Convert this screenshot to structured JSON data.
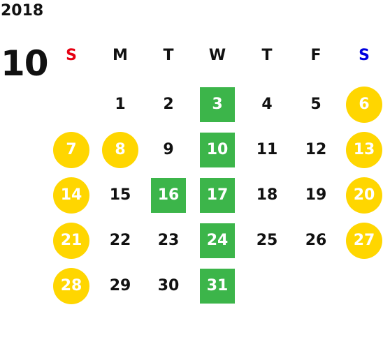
{
  "calendar": {
    "year": "2018",
    "month": "10",
    "weekdays": [
      {
        "label": "S",
        "color": "#e60012"
      },
      {
        "label": "M",
        "color": "#111111"
      },
      {
        "label": "T",
        "color": "#111111"
      },
      {
        "label": "W",
        "color": "#111111"
      },
      {
        "label": "T",
        "color": "#111111"
      },
      {
        "label": "F",
        "color": "#111111"
      },
      {
        "label": "S",
        "color": "#0000e0"
      }
    ],
    "colors": {
      "holiday_circle": "#ffd600",
      "highlight_square": "#3cb54a"
    },
    "first_weekday_index": 1,
    "days": [
      {
        "label": "1",
        "style": "plain"
      },
      {
        "label": "2",
        "style": "plain"
      },
      {
        "label": "3",
        "style": "square"
      },
      {
        "label": "4",
        "style": "plain"
      },
      {
        "label": "5",
        "style": "plain"
      },
      {
        "label": "6",
        "style": "circle"
      },
      {
        "label": "7",
        "style": "circle"
      },
      {
        "label": "8",
        "style": "circle"
      },
      {
        "label": "9",
        "style": "plain"
      },
      {
        "label": "10",
        "style": "square"
      },
      {
        "label": "11",
        "style": "plain"
      },
      {
        "label": "12",
        "style": "plain"
      },
      {
        "label": "13",
        "style": "circle"
      },
      {
        "label": "14",
        "style": "circle"
      },
      {
        "label": "15",
        "style": "plain"
      },
      {
        "label": "16",
        "style": "square"
      },
      {
        "label": "17",
        "style": "square"
      },
      {
        "label": "18",
        "style": "plain"
      },
      {
        "label": "19",
        "style": "plain"
      },
      {
        "label": "20",
        "style": "circle"
      },
      {
        "label": "21",
        "style": "circle"
      },
      {
        "label": "22",
        "style": "plain"
      },
      {
        "label": "23",
        "style": "plain"
      },
      {
        "label": "24",
        "style": "square"
      },
      {
        "label": "25",
        "style": "plain"
      },
      {
        "label": "26",
        "style": "plain"
      },
      {
        "label": "27",
        "style": "circle"
      },
      {
        "label": "28",
        "style": "circle"
      },
      {
        "label": "29",
        "style": "plain"
      },
      {
        "label": "30",
        "style": "plain"
      },
      {
        "label": "31",
        "style": "square"
      }
    ]
  }
}
